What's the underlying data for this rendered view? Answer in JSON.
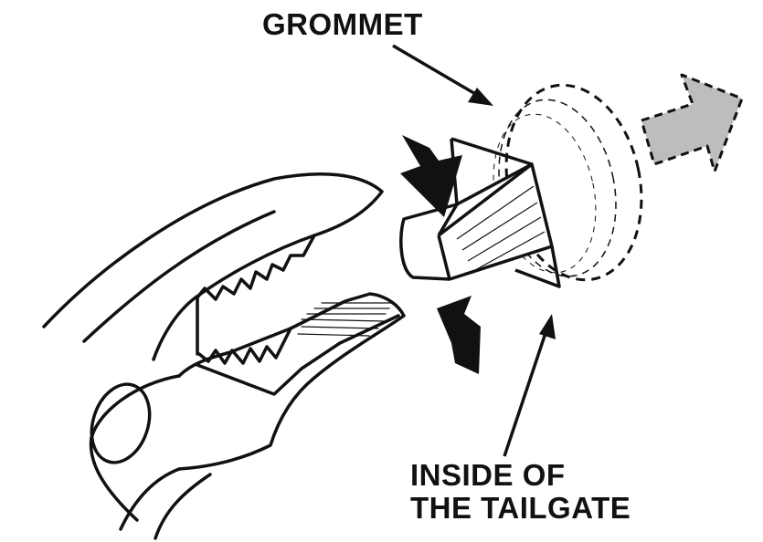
{
  "labels": {
    "grommet": "GROMMET",
    "tailgate_line1": "INSIDE OF",
    "tailgate_line2": "THE TAILGATE"
  },
  "colors": {
    "ink": "#111111",
    "paper": "#ffffff",
    "pull_arrow_fill": "#bdbdbd"
  },
  "icons": {
    "tool": "pliers-icon",
    "removal_direction": "pull-arrow-icon",
    "squeeze_direction": "squeeze-arrow-icon"
  }
}
